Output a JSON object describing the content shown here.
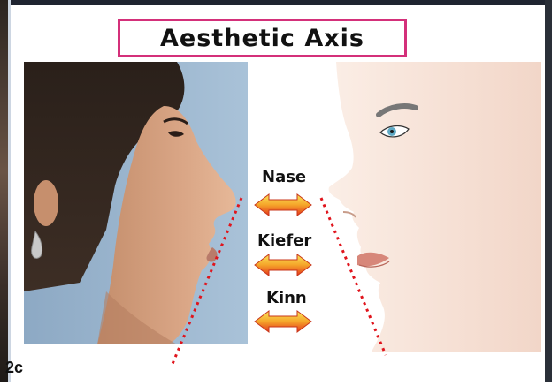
{
  "title": "Aesthetic Axis",
  "labels": {
    "nose": "Nase",
    "jaw": "Kiefer",
    "chin": "Kinn"
  },
  "figure_label": "2c",
  "colors": {
    "title_border": "#d4307a",
    "axis_line": "#e0141c",
    "arrow_top": "#f7e04a",
    "arrow_bottom": "#e3361c"
  }
}
